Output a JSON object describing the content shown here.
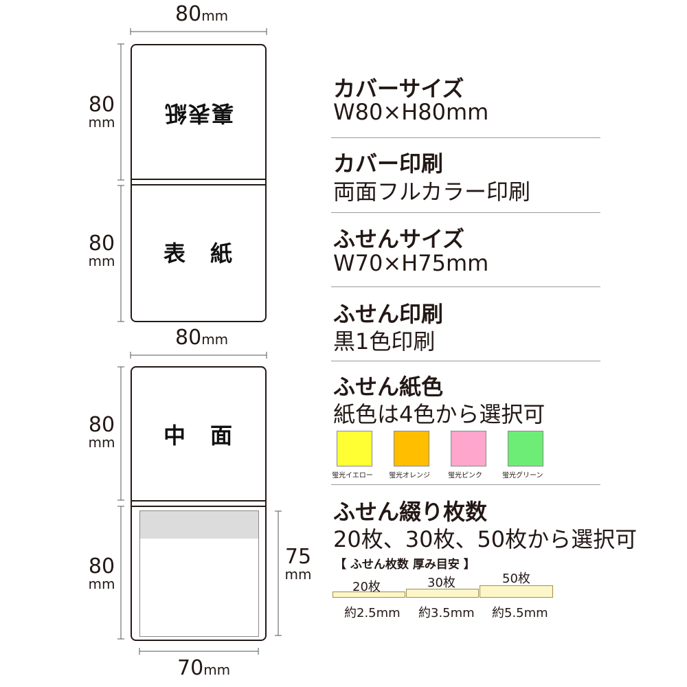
{
  "diagram": {
    "top_width": "80",
    "mid_width": "80",
    "bottom_width": "70",
    "unit": "mm",
    "height_cover_back": "80",
    "height_cover_front": "80",
    "height_inner_top": "80",
    "height_inner_bottom": "80",
    "height_sticky": "75",
    "label_back": "裏表紙",
    "label_front": "表　紙",
    "label_inner": "中　面"
  },
  "specs": [
    {
      "title": "カバーサイズ",
      "value": "W80×H80mm"
    },
    {
      "title": "カバー印刷",
      "value": "両面フルカラー印刷"
    },
    {
      "title": "ふせんサイズ",
      "value": "W70×H75mm"
    },
    {
      "title": "ふせん印刷",
      "value": "黒1色印刷"
    },
    {
      "title": "ふせん紙色",
      "value": "紙色は4色から選択可"
    },
    {
      "title": "ふせん綴り枚数",
      "value": "20枚、30枚、50枚から選択可"
    }
  ],
  "colors": [
    {
      "label": "蛍光イエロー",
      "hex": "#ffff33"
    },
    {
      "label": "蛍光オレンジ",
      "hex": "#ffbe00"
    },
    {
      "label": "蛍光ピンク",
      "hex": "#ffa6cc"
    },
    {
      "label": "蛍光グリーン",
      "hex": "#6ded76"
    }
  ],
  "thickness": {
    "heading": "【 ふせん枚数 厚み目安 】",
    "items": [
      {
        "count": "20枚",
        "size": "約2.5mm"
      },
      {
        "count": "30枚",
        "size": "約3.5mm"
      },
      {
        "count": "50枚",
        "size": "約5.5mm"
      }
    ]
  }
}
